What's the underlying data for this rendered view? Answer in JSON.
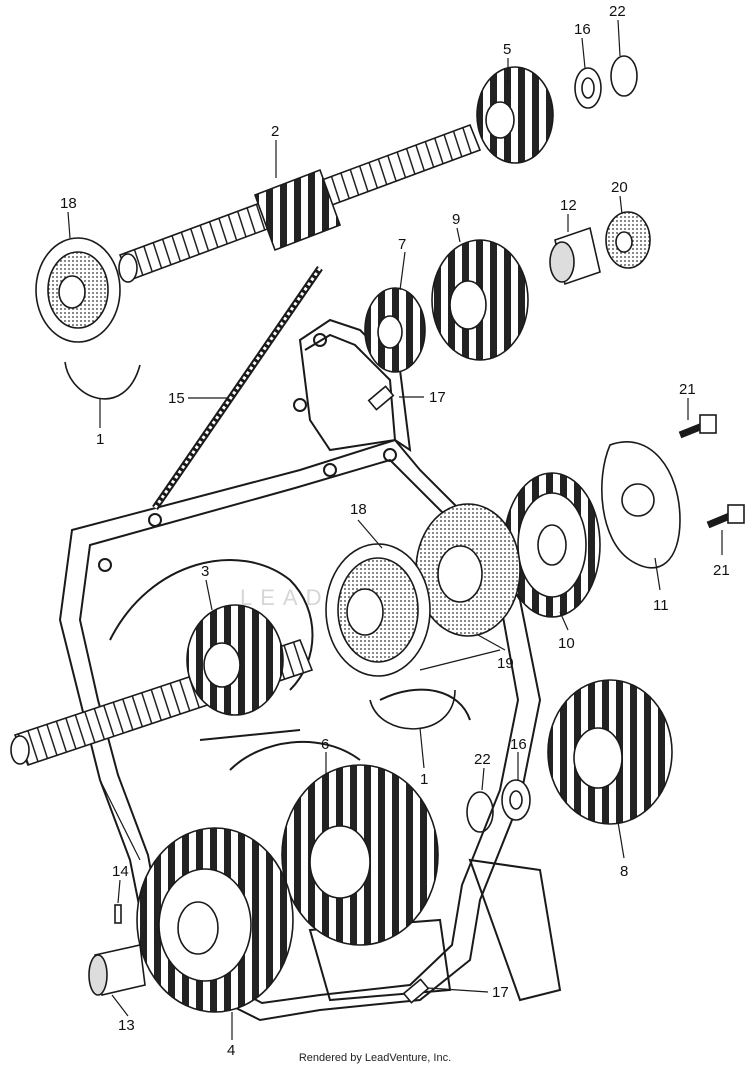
{
  "callouts": {
    "c1_left": "1",
    "c1_bottom": "1",
    "c2": "2",
    "c3": "3",
    "c4": "4",
    "c5": "5",
    "c6": "6",
    "c7": "7",
    "c8": "8",
    "c9": "9",
    "c10": "10",
    "c11": "11",
    "c12": "12",
    "c13": "13",
    "c14": "14",
    "c15": "15",
    "c16_top": "16",
    "c16_bottom": "16",
    "c17_top": "17",
    "c17_bottom": "17",
    "c18_top": "18",
    "c18_mid": "18",
    "c19": "19",
    "c20": "20",
    "c21_top": "21",
    "c21_bottom": "21",
    "c22_top": "22",
    "c22_bottom": "22"
  },
  "watermark": "LEAD",
  "footer": "Rendered by LeadVenture, Inc."
}
